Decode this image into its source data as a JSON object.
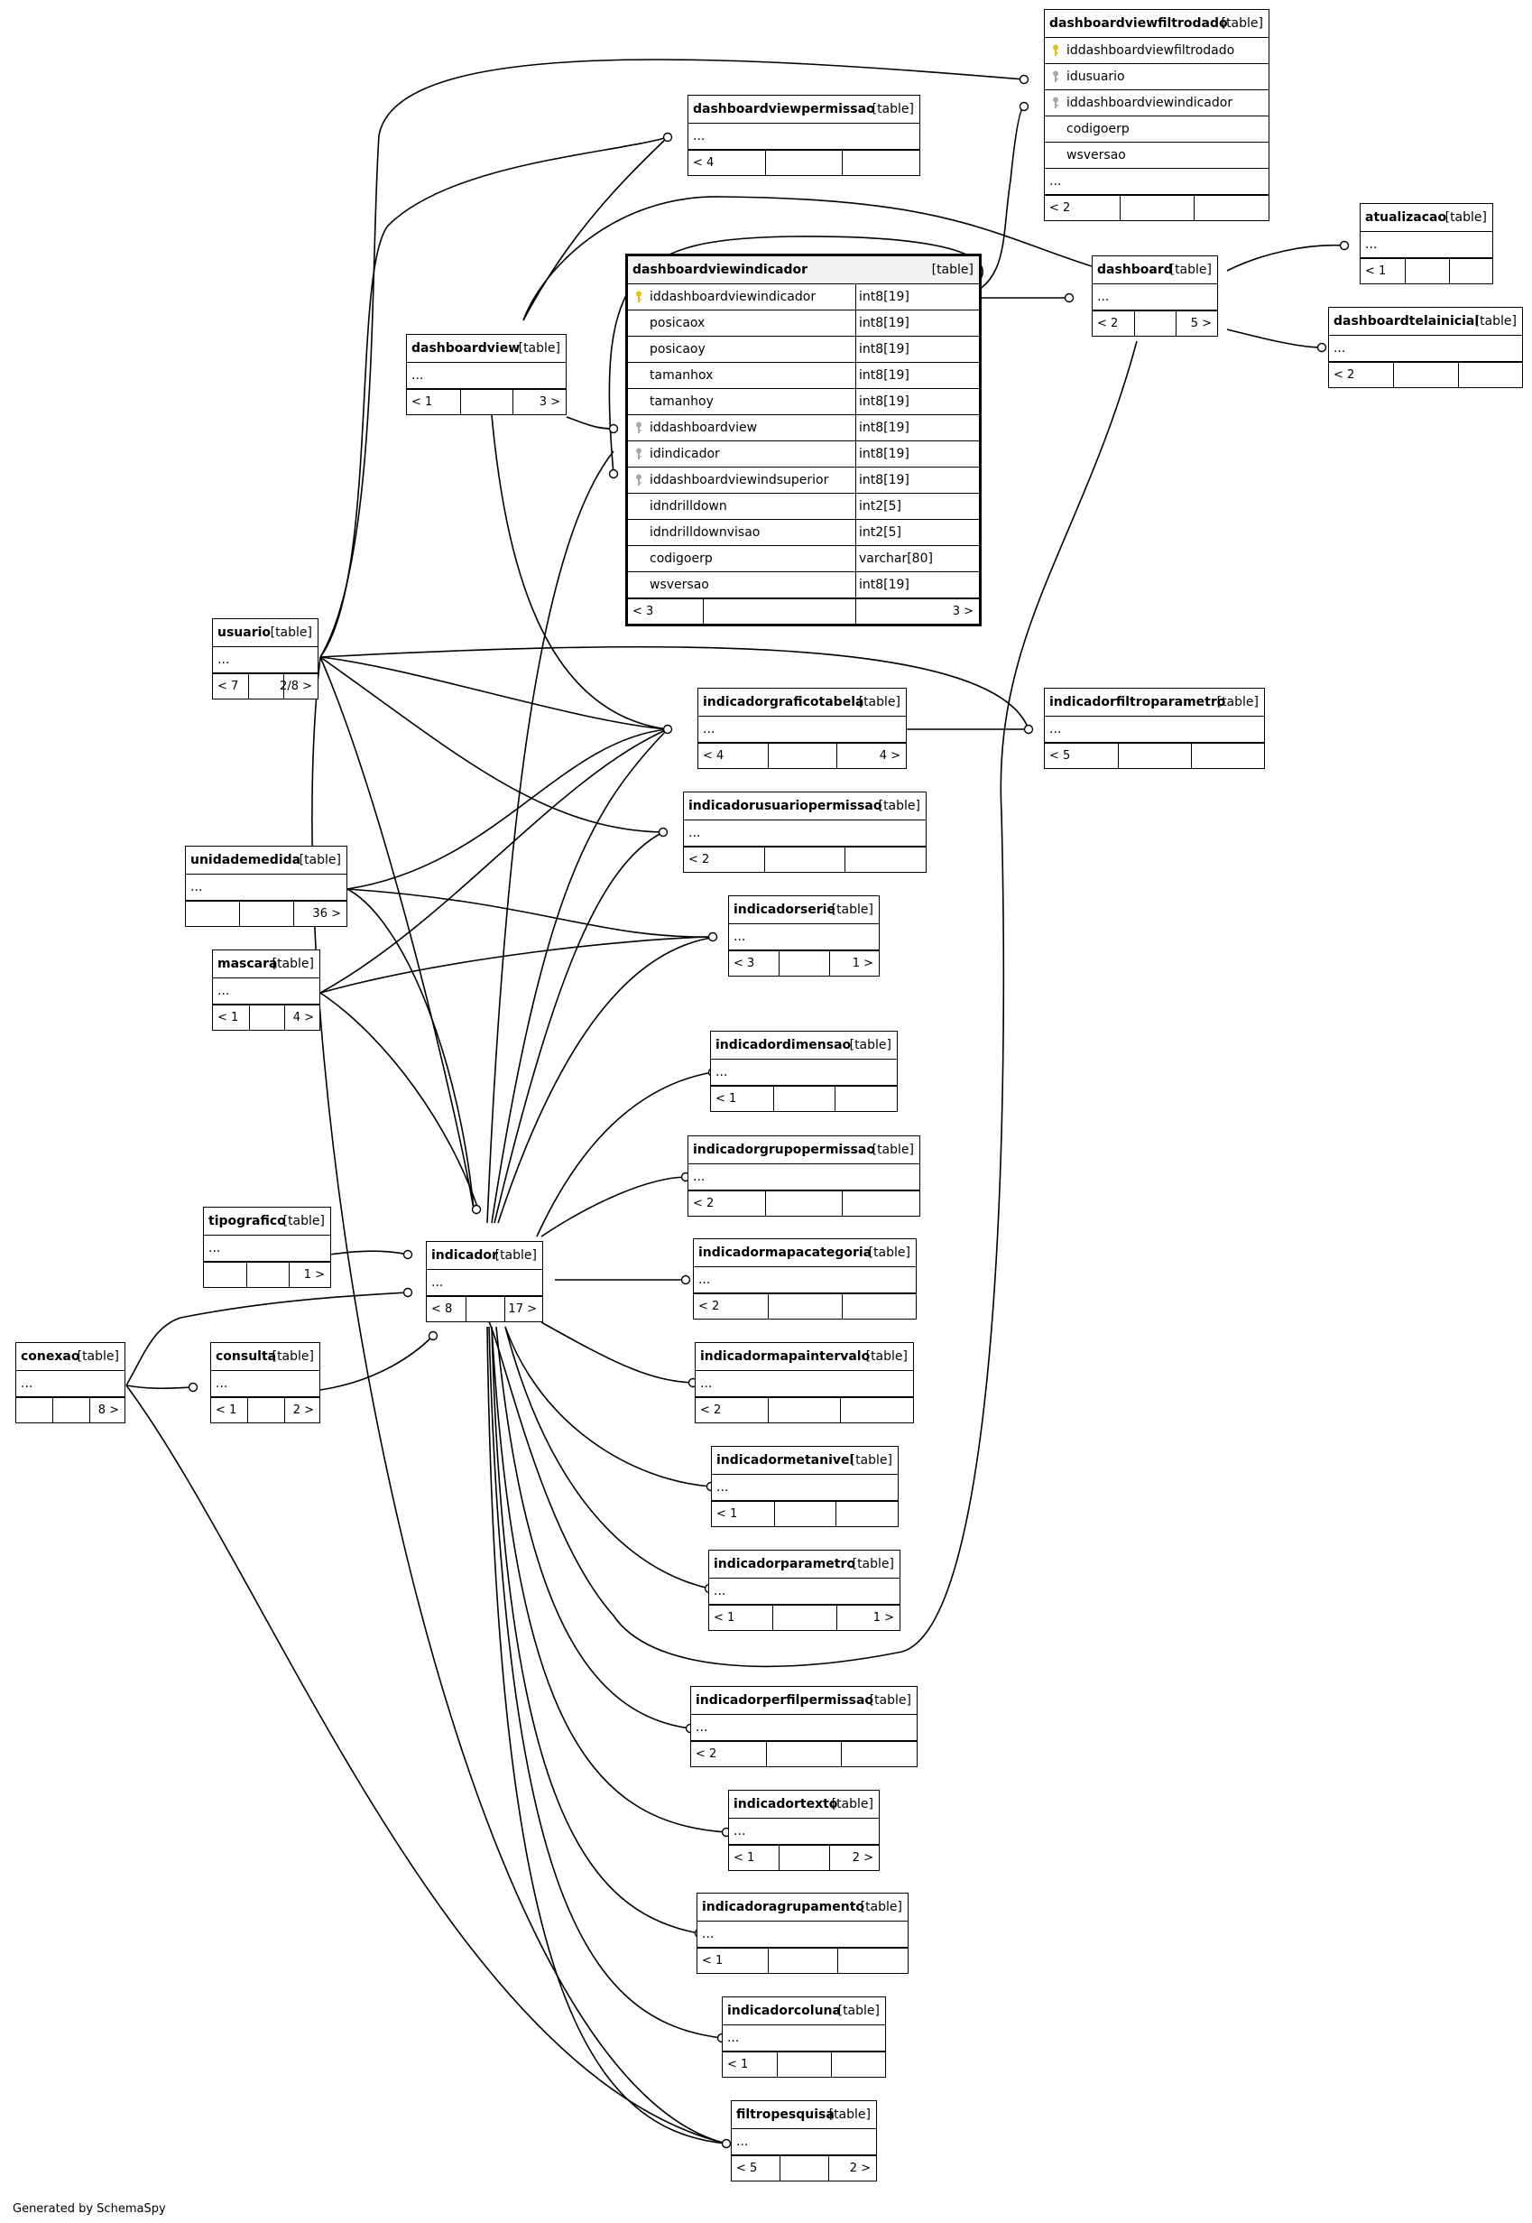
{
  "footer_text": "Generated by SchemaSpy",
  "type_label": "[table]",
  "tables": [
    {
      "id": "dashboardviewfiltrodado",
      "name": "dashboardviewfiltrodado",
      "columns": [
        {
          "name": "iddashboardviewfiltrodado",
          "type": "",
          "key": "pk"
        },
        {
          "name": "idusuario",
          "type": "",
          "key": "fk"
        },
        {
          "name": "iddashboardviewindicador",
          "type": "",
          "key": "fk"
        },
        {
          "name": "codigoerp",
          "type": "",
          "key": ""
        },
        {
          "name": "wsversao",
          "type": "",
          "key": ""
        },
        {
          "name": "...",
          "type": "",
          "key": "",
          "plain": true
        }
      ],
      "parents": "< 2",
      "children": ""
    },
    {
      "id": "dashboardviewpermissao",
      "name": "dashboardviewpermissao",
      "columns": [
        {
          "name": "...",
          "plain": true
        }
      ],
      "parents": "< 4",
      "children": ""
    },
    {
      "id": "dashboardviewindicador",
      "name": "dashboardviewindicador",
      "focus": true,
      "columns": [
        {
          "name": "iddashboardviewindicador",
          "type": "int8[19]",
          "key": "pk"
        },
        {
          "name": "posicaox",
          "type": "int8[19]",
          "key": ""
        },
        {
          "name": "posicaoy",
          "type": "int8[19]",
          "key": ""
        },
        {
          "name": "tamanhox",
          "type": "int8[19]",
          "key": ""
        },
        {
          "name": "tamanhoy",
          "type": "int8[19]",
          "key": ""
        },
        {
          "name": "iddashboardview",
          "type": "int8[19]",
          "key": "fk"
        },
        {
          "name": "idindicador",
          "type": "int8[19]",
          "key": "fk"
        },
        {
          "name": "iddashboardviewindsuperior",
          "type": "int8[19]",
          "key": "fk"
        },
        {
          "name": "idndrilldown",
          "type": "int2[5]",
          "key": ""
        },
        {
          "name": "idndrilldownvisao",
          "type": "int2[5]",
          "key": ""
        },
        {
          "name": "codigoerp",
          "type": "varchar[80]",
          "key": ""
        },
        {
          "name": "wsversao",
          "type": "int8[19]",
          "key": ""
        }
      ],
      "parents": "< 3",
      "children": "3 >"
    },
    {
      "id": "atualizacao",
      "name": "atualizacao",
      "columns": [
        {
          "name": "...",
          "plain": true
        }
      ],
      "parents": "< 1",
      "children": ""
    },
    {
      "id": "dashboard",
      "name": "dashboard",
      "columns": [
        {
          "name": "...",
          "plain": true
        }
      ],
      "parents": "< 2",
      "children": "5 >"
    },
    {
      "id": "dashboardtelainicial",
      "name": "dashboardtelainicial",
      "columns": [
        {
          "name": "...",
          "plain": true
        }
      ],
      "parents": "< 2",
      "children": ""
    },
    {
      "id": "dashboardview",
      "name": "dashboardview",
      "columns": [
        {
          "name": "...",
          "plain": true
        }
      ],
      "parents": "< 1",
      "children": "3 >"
    },
    {
      "id": "usuario",
      "name": "usuario",
      "columns": [
        {
          "name": "...",
          "plain": true
        }
      ],
      "parents": "< 7",
      "children": "2/8 >"
    },
    {
      "id": "indicadorgraficotabela",
      "name": "indicadorgraficotabela",
      "columns": [
        {
          "name": "...",
          "plain": true
        }
      ],
      "parents": "< 4",
      "children": "4 >"
    },
    {
      "id": "indicadorfiltroparametro",
      "name": "indicadorfiltroparametro",
      "columns": [
        {
          "name": "...",
          "plain": true
        }
      ],
      "parents": "< 5",
      "children": ""
    },
    {
      "id": "indicadorusuariopermissao",
      "name": "indicadorusuariopermissao",
      "columns": [
        {
          "name": "...",
          "plain": true
        }
      ],
      "parents": "< 2",
      "children": ""
    },
    {
      "id": "unidademedida",
      "name": "unidademedida",
      "columns": [
        {
          "name": "...",
          "plain": true
        }
      ],
      "parents": "",
      "children": "36 >"
    },
    {
      "id": "indicadorserie",
      "name": "indicadorserie",
      "columns": [
        {
          "name": "...",
          "plain": true
        }
      ],
      "parents": "< 3",
      "children": "1 >"
    },
    {
      "id": "mascara",
      "name": "mascara",
      "columns": [
        {
          "name": "...",
          "plain": true
        }
      ],
      "parents": "< 1",
      "children": "4 >"
    },
    {
      "id": "indicadordimensao",
      "name": "indicadordimensao",
      "columns": [
        {
          "name": "...",
          "plain": true
        }
      ],
      "parents": "< 1",
      "children": ""
    },
    {
      "id": "indicadorgrupopermissao",
      "name": "indicadorgrupopermissao",
      "columns": [
        {
          "name": "...",
          "plain": true
        }
      ],
      "parents": "< 2",
      "children": ""
    },
    {
      "id": "tipografico",
      "name": "tipografico",
      "columns": [
        {
          "name": "...",
          "plain": true
        }
      ],
      "parents": "",
      "children": "1 >"
    },
    {
      "id": "indicador",
      "name": "indicador",
      "columns": [
        {
          "name": "...",
          "plain": true
        }
      ],
      "parents": "< 8",
      "children": "17 >"
    },
    {
      "id": "indicadormapacategoria",
      "name": "indicadormapacategoria",
      "columns": [
        {
          "name": "...",
          "plain": true
        }
      ],
      "parents": "< 2",
      "children": ""
    },
    {
      "id": "conexao",
      "name": "conexao",
      "columns": [
        {
          "name": "...",
          "plain": true
        }
      ],
      "parents": "",
      "children": "8 >"
    },
    {
      "id": "consulta",
      "name": "consulta",
      "columns": [
        {
          "name": "...",
          "plain": true
        }
      ],
      "parents": "< 1",
      "children": "2 >"
    },
    {
      "id": "indicadormapaintervalo",
      "name": "indicadormapaintervalo",
      "columns": [
        {
          "name": "...",
          "plain": true
        }
      ],
      "parents": "< 2",
      "children": ""
    },
    {
      "id": "indicadormetanivel",
      "name": "indicadormetanivel",
      "columns": [
        {
          "name": "...",
          "plain": true
        }
      ],
      "parents": "< 1",
      "children": ""
    },
    {
      "id": "indicadorparametro",
      "name": "indicadorparametro",
      "columns": [
        {
          "name": "...",
          "plain": true
        }
      ],
      "parents": "< 1",
      "children": "1 >"
    },
    {
      "id": "indicadorperfilpermissao",
      "name": "indicadorperfilpermissao",
      "columns": [
        {
          "name": "...",
          "plain": true
        }
      ],
      "parents": "< 2",
      "children": ""
    },
    {
      "id": "indicadortexto",
      "name": "indicadortexto",
      "columns": [
        {
          "name": "...",
          "plain": true
        }
      ],
      "parents": "< 1",
      "children": "2 >"
    },
    {
      "id": "indicadoragrupamento",
      "name": "indicadoragrupamento",
      "columns": [
        {
          "name": "...",
          "plain": true
        }
      ],
      "parents": "< 1",
      "children": ""
    },
    {
      "id": "indicadorcoluna",
      "name": "indicadorcoluna",
      "columns": [
        {
          "name": "...",
          "plain": true
        }
      ],
      "parents": "< 1",
      "children": ""
    },
    {
      "id": "filtropesquisa",
      "name": "filtropesquisa",
      "columns": [
        {
          "name": "...",
          "plain": true
        }
      ],
      "parents": "< 5",
      "children": "2 >"
    }
  ]
}
